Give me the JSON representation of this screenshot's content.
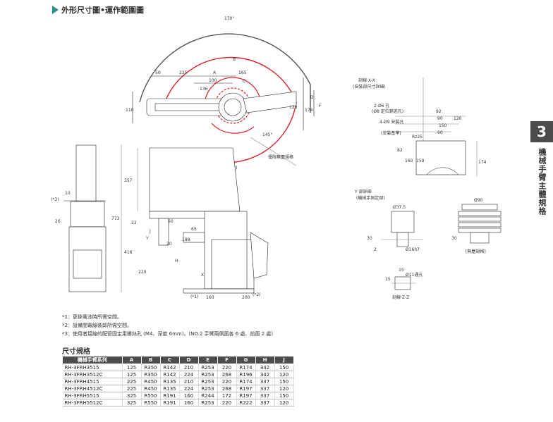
{
  "header": {
    "title": "外形尺寸圖•運作範圍圖"
  },
  "side": {
    "chapter_number": "3",
    "chapter_title": "機械手臂主體規格"
  },
  "top_view": {
    "angle_170": "170°",
    "angle_145": "145°",
    "dims": {
      "d50": "50",
      "d225": "225",
      "A": "A",
      "d165": "165",
      "d100": "100",
      "C": "C",
      "B": "B",
      "d136": "136",
      "d110": "110",
      "d120": "120",
      "d174": "174",
      "D": "D",
      "F": "F"
    },
    "limit_label": "優限無慶規格",
    "plus3": "(*3)"
  },
  "side_view": {
    "dims": {
      "d357": "357",
      "d773": "773",
      "d416": "416",
      "d220": "220",
      "d22": "22",
      "J": "J",
      "d65": "65",
      "d188": "188",
      "d60": "60",
      "d20": "20",
      "H": "H",
      "X": "X",
      "d160": "160",
      "d200": "200",
      "d10": "10",
      "d26": "26"
    },
    "plus1": "(*1)",
    "plus2": "(*2)",
    "plus3": "(*3)",
    "Y": "Y"
  },
  "section_xx": {
    "title": "剖線 X-X",
    "subtitle": "(安裝部尺寸詳細)",
    "holes1": "2-Ø6 孔",
    "holes1b": "(Ø8 定位銷逃孔)",
    "holes2": "4-Ø9 安裝孔",
    "base_ref": "(安裝基準)",
    "dims": {
      "d92": "92",
      "d90": "90",
      "d120": "120",
      "d150": "150",
      "d60": "60",
      "rz25": "Rz25",
      "d160": "160",
      "d150b": "150",
      "d174": "174",
      "d82": "82"
    }
  },
  "detail_y": {
    "title": "Y 部詳細",
    "subtitle": "(機械手固定部)",
    "d375": "Ø37.5",
    "d30": "30",
    "d2": "2",
    "d16h7": "Ø16h7",
    "d90": "Ø90",
    "d30b": "30",
    "bellows_note": "[無塵規格]"
  },
  "section_zz": {
    "title": "剖線 Z-Z",
    "d15": "15",
    "d11": "Ø11通孔",
    "d15v": "15"
  },
  "notes": [
    "*1：更換電池時所需空間。",
    "*2：設備間電線裝卸所需空間。",
    "*3：使用者接線的配管固定用螺絲孔 (M4、深度 6mm)。(NO.2 手臂兩側面各 6 處、前面 2 處)"
  ],
  "spec_table": {
    "title": "尺寸規格",
    "headers": [
      "機械手臂系列",
      "A",
      "B",
      "C",
      "D",
      "E",
      "F",
      "G",
      "H",
      "J"
    ],
    "rows": [
      [
        "RH-3FRH3515",
        "125",
        "R350",
        "R142",
        "210",
        "R253",
        "220",
        "R174",
        "342",
        "150"
      ],
      [
        "RH-3FRH3512C",
        "125",
        "R350",
        "R142",
        "224",
        "R253",
        "268",
        "R196",
        "342",
        "120"
      ],
      [
        "RH-3FRH4515",
        "225",
        "R450",
        "R135",
        "210",
        "R253",
        "220",
        "R174",
        "337",
        "150"
      ],
      [
        "RH-3FRH4512C",
        "225",
        "R450",
        "R135",
        "224",
        "R253",
        "268",
        "R197",
        "337",
        "120"
      ],
      [
        "RH-3FRH5515",
        "325",
        "R550",
        "R191",
        "160",
        "R244",
        "172",
        "R197",
        "337",
        "150"
      ],
      [
        "RH-3FRH5512C",
        "325",
        "R550",
        "R191",
        "160",
        "R253",
        "220",
        "R222",
        "337",
        "120"
      ]
    ]
  },
  "colors": {
    "accent": "#2a8f8a",
    "range": "#d9212c",
    "tab": "#4d4d4d"
  }
}
